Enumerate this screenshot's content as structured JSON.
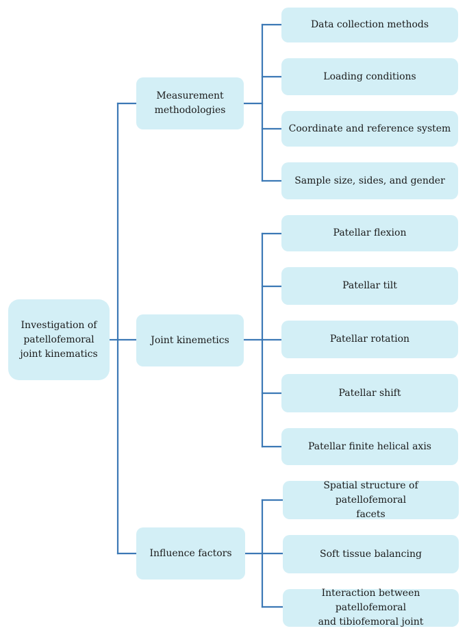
{
  "root": {
    "label_line1": "Investigation of",
    "label_line2": "patellofemoral",
    "label_line3": "joint kinematics"
  },
  "branches": [
    {
      "label_line1": "Measurement",
      "label_line2": "methodologies",
      "children": [
        {
          "label_line1": "Data collection methods",
          "label_line2": ""
        },
        {
          "label_line1": "Loading conditions",
          "label_line2": ""
        },
        {
          "label_line1": "Coordinate and reference system",
          "label_line2": ""
        },
        {
          "label_line1": "Sample size, sides, and gender",
          "label_line2": ""
        }
      ]
    },
    {
      "label_line1": "Joint kinemetics",
      "label_line2": "",
      "children": [
        {
          "label_line1": "Patellar flexion",
          "label_line2": ""
        },
        {
          "label_line1": "Patellar tilt",
          "label_line2": ""
        },
        {
          "label_line1": "Patellar rotation",
          "label_line2": ""
        },
        {
          "label_line1": "Patellar shift",
          "label_line2": ""
        },
        {
          "label_line1": "Patellar finite helical axis",
          "label_line2": ""
        }
      ]
    },
    {
      "label_line1": "Influence factors",
      "label_line2": "",
      "children": [
        {
          "label_line1": "Spatial structure of patellofemoral",
          "label_line2": "facets"
        },
        {
          "label_line1": "Soft tissue balancing",
          "label_line2": ""
        },
        {
          "label_line1": "Interaction between patellofemoral",
          "label_line2": "and tibiofemoral joint"
        }
      ]
    }
  ],
  "colors": {
    "node_fill": "#d3eff6",
    "connector": "#3b78b5"
  }
}
